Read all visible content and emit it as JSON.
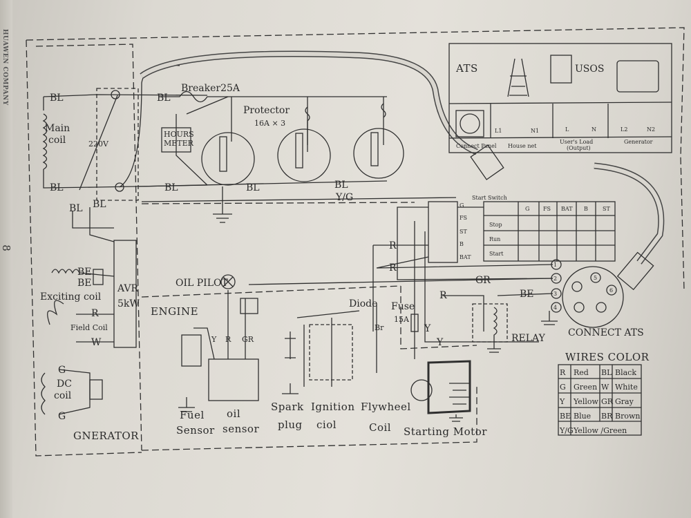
{
  "margin_text": "HUAWEN COMPANY",
  "page_number": "8",
  "generator": {
    "section_label": "GNERATOR",
    "main_coil": "Main\ncoil",
    "voltage": "220V",
    "bl": "BL",
    "avr": "AVR",
    "avr_rating": "5kW",
    "exciting_coil": "Exciting coil",
    "field_coil": "Field Coil",
    "dc_coil": "DC\ncoil",
    "be": "BE",
    "r": "R",
    "w": "W",
    "g": "G"
  },
  "panel": {
    "breaker": "Breaker25A",
    "protector": "Protector",
    "protector_rating": "16A × 3",
    "hours_meter": "HOURS\nMETER",
    "yg": "Y/G"
  },
  "ats": {
    "title": "ATS",
    "usos": "USOS",
    "terminals": [
      "L1",
      "N1",
      "L",
      "N",
      "L2",
      "N2"
    ],
    "sections": [
      "Connect Panel",
      "House net",
      "User's Load",
      "Generator"
    ],
    "output_note": "(Output)",
    "connect_label": "CONNECT ATS",
    "pins": [
      "1",
      "2",
      "3",
      "4",
      "5",
      "6"
    ]
  },
  "start_switch": {
    "title": "Start Switch",
    "columns": [
      "G",
      "FS",
      "BAT",
      "B",
      "ST"
    ],
    "rows": [
      "Stop",
      "Run",
      "Start"
    ],
    "terminals": [
      "G",
      "FS",
      "ST",
      "B",
      "BAT"
    ]
  },
  "engine": {
    "section_label": "ENGINE",
    "oil_pilot": "OIL PILOT",
    "fuel_sensor": "Fuel\nSensor",
    "oil_sensor": "oil\nsensor",
    "spark_plug": "Spark\nplug",
    "ignition_coil": "Ignition\nciol",
    "flywheel_coil": "Flywheel\nCoil",
    "starting_motor": "Starting Motor",
    "diode": "Diode",
    "fuse": "Fuse",
    "fuse_rating": "15A",
    "relay": "RELAY",
    "wire_tags": {
      "y": "Y",
      "r": "R",
      "gr": "GR",
      "br": "Br",
      "be": "BE"
    }
  },
  "wires_color": {
    "title": "WIRES COLOR",
    "rows": [
      [
        "R",
        "Red",
        "BL",
        "Black"
      ],
      [
        "G",
        "Green",
        "W",
        "White"
      ],
      [
        "Y",
        "Yellow",
        "GR",
        "Gray"
      ],
      [
        "BE",
        "Blue",
        "BR",
        "Brown"
      ],
      [
        "Y/G",
        "Yellow /Green",
        "",
        ""
      ]
    ]
  }
}
